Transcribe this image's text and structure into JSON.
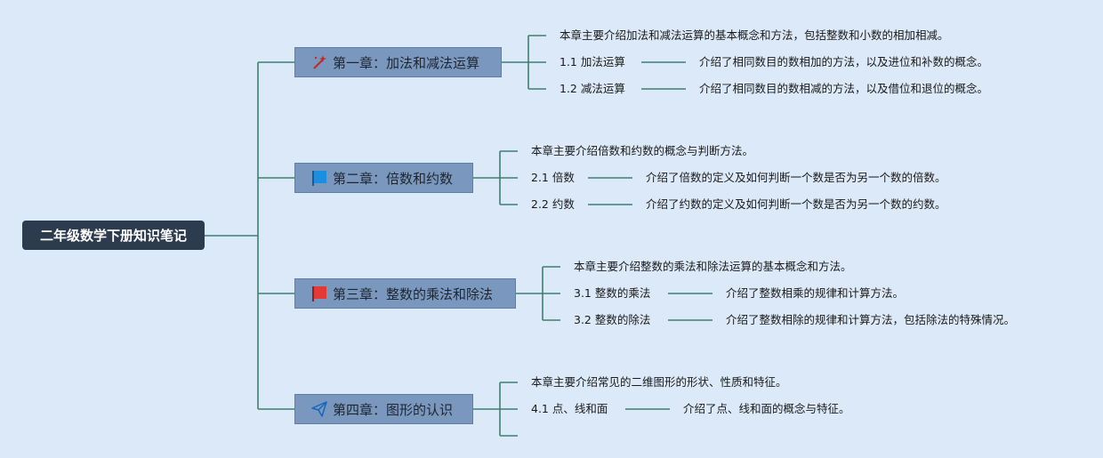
{
  "root": {
    "label": "二年级数学下册知识笔记"
  },
  "chapters": [
    {
      "title": "第一章：加法和减法运算",
      "icon": "magic-wand-icon",
      "summary": "本章主要介绍加法和减法运算的基本概念和方法，包括整数和小数的相加相减。",
      "sections": [
        {
          "name": "1.1 加法运算",
          "desc": "介绍了相同数目的数相加的方法，以及进位和补数的概念。"
        },
        {
          "name": "1.2 减法运算",
          "desc": "介绍了相同数目的数相减的方法，以及借位和退位的概念。"
        }
      ]
    },
    {
      "title": "第二章：倍数和约数",
      "icon": "blue-flag-icon",
      "summary": "本章主要介绍倍数和约数的概念与判断方法。",
      "sections": [
        {
          "name": "2.1 倍数",
          "desc": "介绍了倍数的定义及如何判断一个数是否为另一个数的倍数。"
        },
        {
          "name": "2.2 约数",
          "desc": "介绍了约数的定义及如何判断一个数是否为另一个数的约数。"
        }
      ]
    },
    {
      "title": "第三章：整数的乘法和除法",
      "icon": "red-flag-icon",
      "summary": "本章主要介绍整数的乘法和除法运算的基本概念和方法。",
      "sections": [
        {
          "name": "3.1 整数的乘法",
          "desc": "介绍了整数相乘的规律和计算方法。"
        },
        {
          "name": "3.2 整数的除法",
          "desc": "介绍了整数相除的规律和计算方法，包括除法的特殊情况。"
        }
      ]
    },
    {
      "title": "第四章：图形的认识",
      "icon": "paper-plane-icon",
      "summary": "本章主要介绍常见的二维图形的形状、性质和特征。",
      "sections": [
        {
          "name": "4.1 点、线和面",
          "desc": "介绍了点、线和面的概念与特征。"
        },
        {
          "name": "",
          "desc": ""
        }
      ]
    }
  ],
  "colors": {
    "background": "#dce9f8",
    "root": "#2d3b4f",
    "chapter": "#7a98be",
    "line": "#3f7f72"
  }
}
